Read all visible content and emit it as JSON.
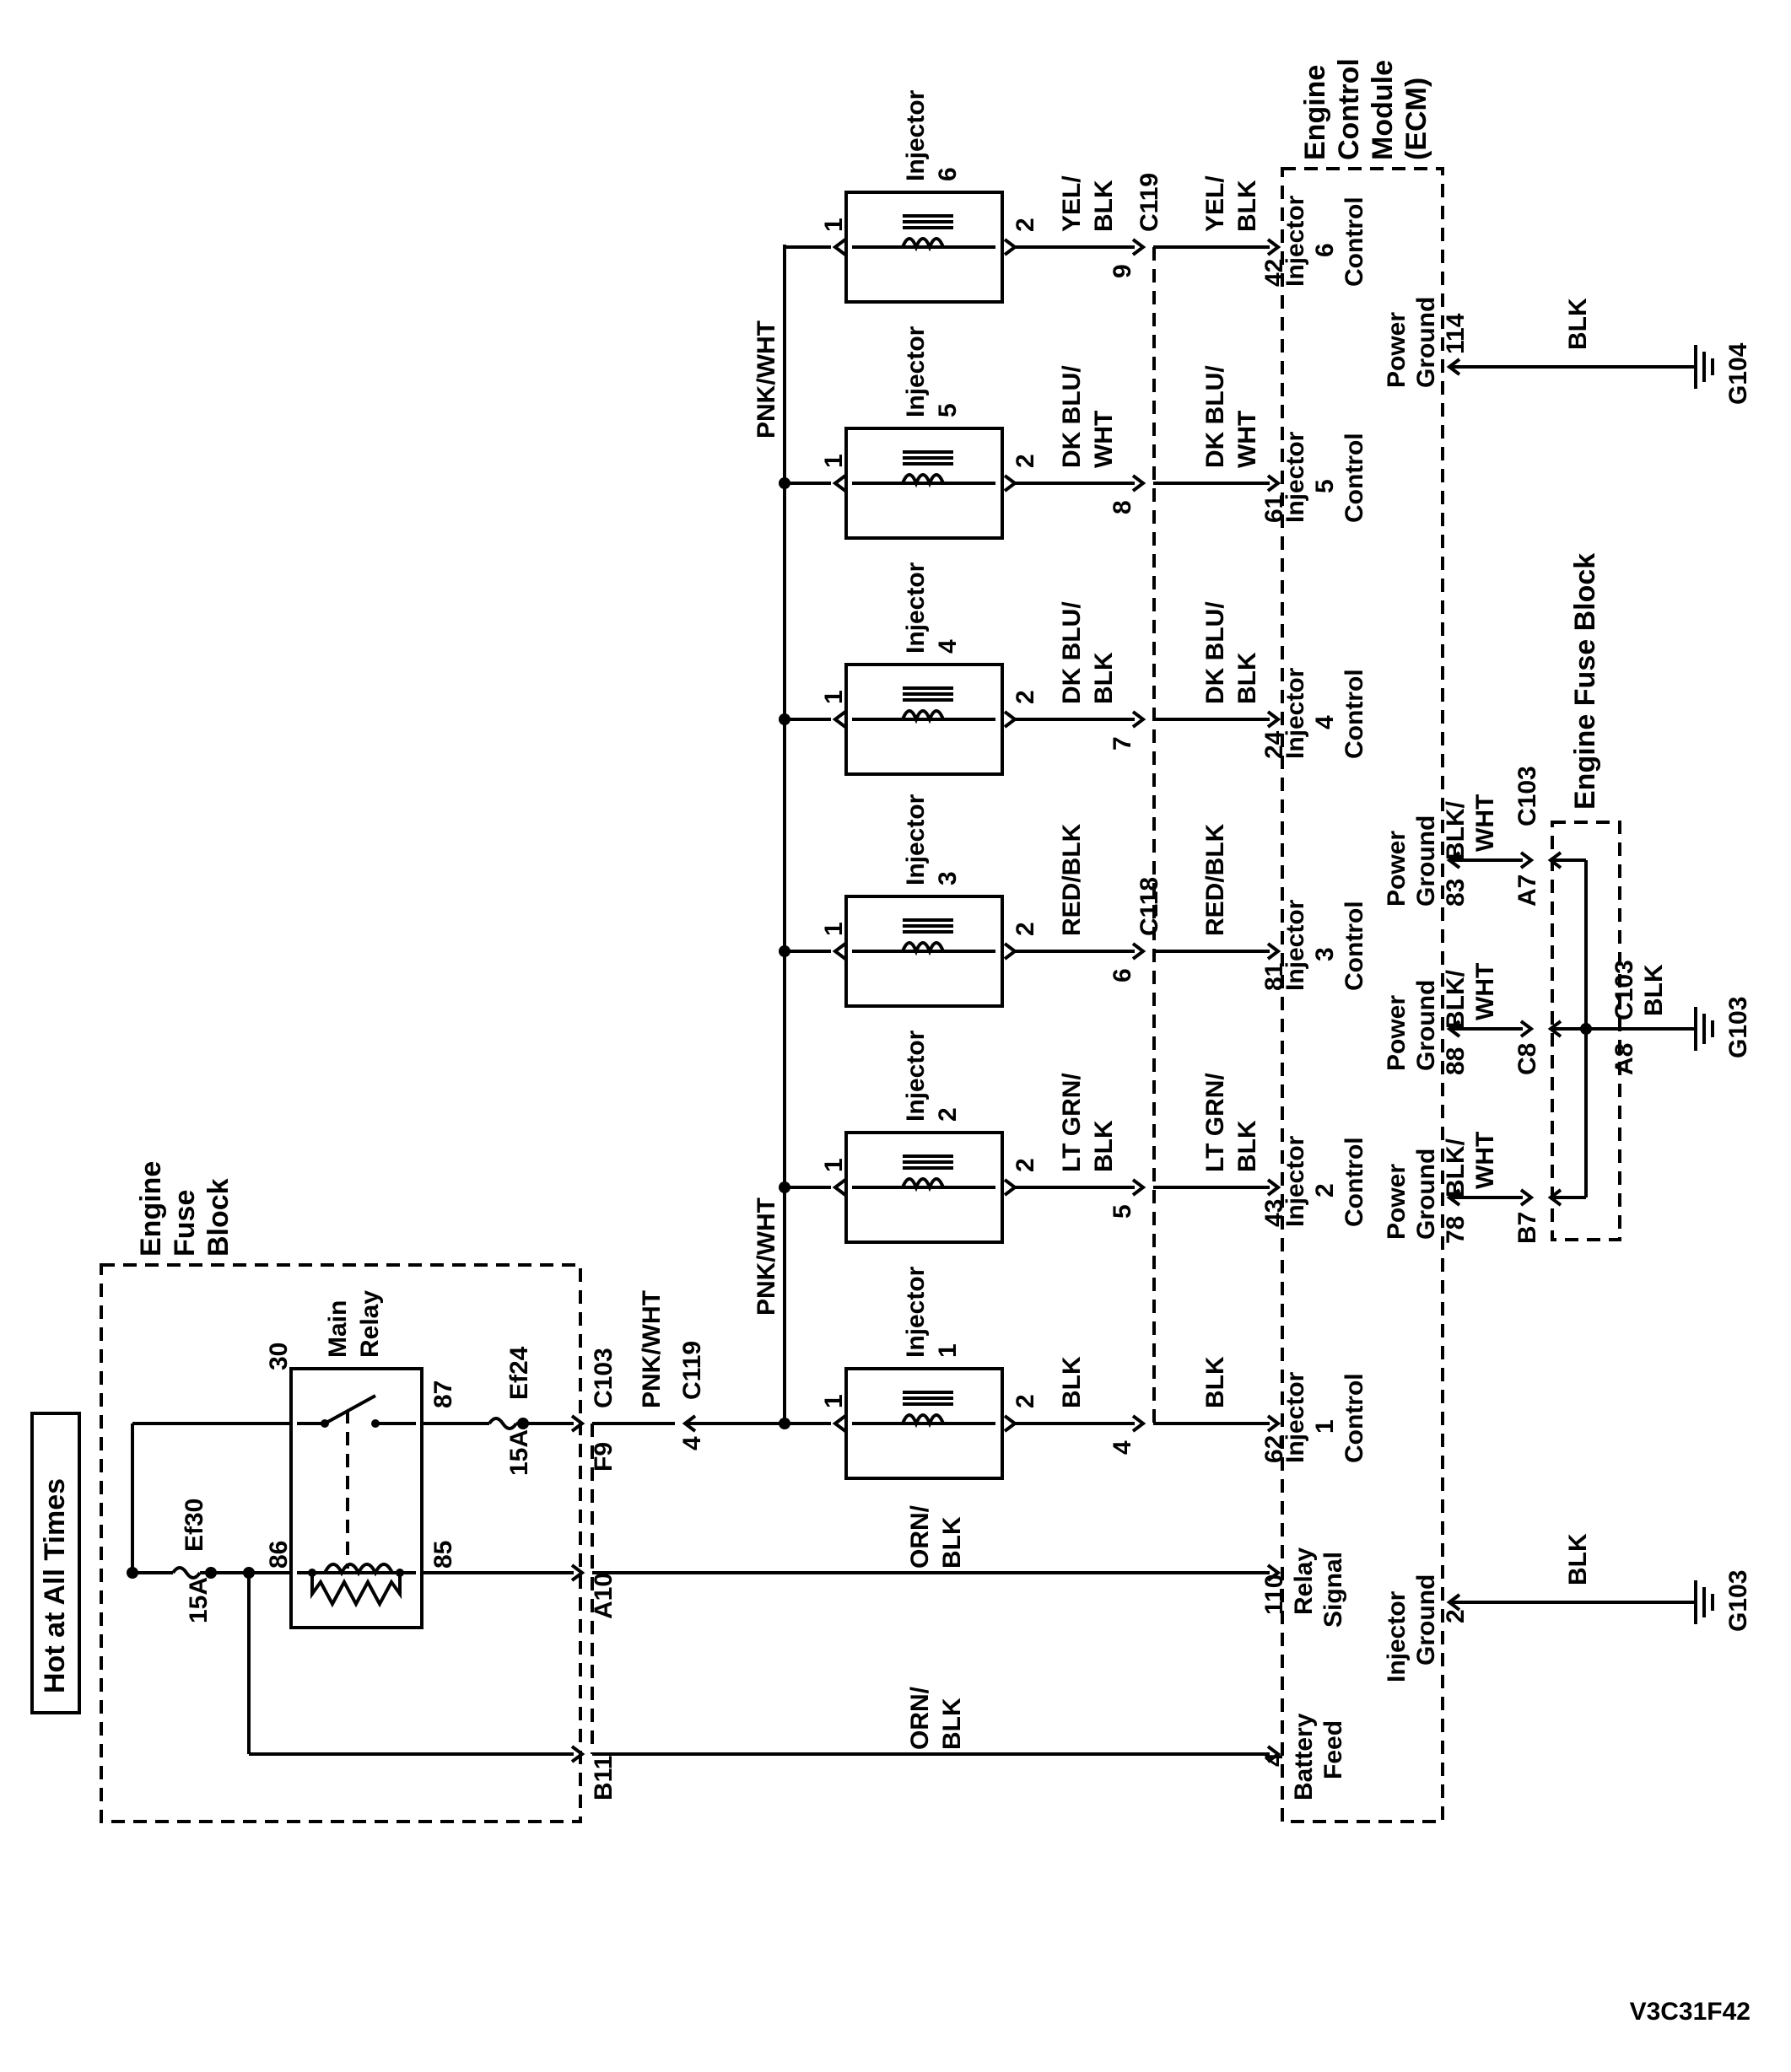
{
  "labels": {
    "hot": "Hot at All Times",
    "efb_l1": "Engine",
    "efb_l2": "Fuse",
    "efb_l3": "Block",
    "main_relay_1": "Main",
    "main_relay_2": "Relay",
    "ef30": "Ef30",
    "ef30_amp": "15A",
    "ef24": "Ef24",
    "ef24_amp": "15A",
    "p30": "30",
    "p86": "86",
    "p87": "87",
    "p85": "85",
    "f9": "F9",
    "c103a": "C103",
    "a10": "A10",
    "b11": "B11",
    "pnkwht1": "PNK/WHT",
    "pnkwht2": "PNK/WHT",
    "pnkwht3": "PNK/WHT",
    "c119a_num": "4",
    "c119a": "C119",
    "orn1_a": "ORN/",
    "orn1_b": "BLK",
    "orn2_a": "ORN/",
    "orn2_b": "BLK",
    "ecm_l1": "Engine",
    "ecm_l2": "Control",
    "ecm_l3": "Module",
    "ecm_l4": "(ECM)",
    "p4": "4",
    "battery": "Battery",
    "feed": "Feed",
    "p110": "110",
    "relay": "Relay",
    "signal": "Signal",
    "inj_ground_1": "Injector",
    "inj_ground_2": "Ground",
    "p2": "2",
    "blk_g103_top": "BLK",
    "g103_top": "G103",
    "c119b": "C119",
    "c118": "C118",
    "pg_a1": "Power",
    "pg_a2": "Ground",
    "p114": "114",
    "blk_g104": "BLK",
    "g104": "G104",
    "pg_b1": "Power",
    "pg_b2": "Ground",
    "p78": "78",
    "pg_c1": "Power",
    "pg_c2": "Ground",
    "p88": "88",
    "pg_d1": "Power",
    "pg_d2": "Ground",
    "p83": "83",
    "blkwht_78_a": "BLK/",
    "blkwht_78_b": "WHT",
    "blkwht_88_a": "BLK/",
    "blkwht_88_b": "WHT",
    "blkwht_83_a": "BLK/",
    "blkwht_83_b": "WHT",
    "b7": "B7",
    "c8": "C8",
    "a7": "A7",
    "c103b": "C103",
    "a8": "A8",
    "c103c": "C103",
    "blk_g103_mid": "BLK",
    "g103_mid": "G103",
    "efb2": "Engine Fuse Block",
    "fig_id": "V3C31F42"
  },
  "injectors": [
    {
      "name": "Injector",
      "num": "1",
      "pin1": "1",
      "pin2": "2",
      "wire_a": "BLK",
      "wire_b": "",
      "c_pin": "4",
      "ecm_wire_a": "BLK",
      "ecm_wire_b": "",
      "ecm_pin": "62",
      "ctl_a": "Injector",
      "ctl_b": "1",
      "ctl_c": "Control"
    },
    {
      "name": "Injector",
      "num": "2",
      "pin1": "1",
      "pin2": "2",
      "wire_a": "LT GRN/",
      "wire_b": "BLK",
      "c_pin": "5",
      "ecm_wire_a": "LT GRN/",
      "ecm_wire_b": "BLK",
      "ecm_pin": "43",
      "ctl_a": "Injector",
      "ctl_b": "2",
      "ctl_c": "Control"
    },
    {
      "name": "Injector",
      "num": "3",
      "pin1": "1",
      "pin2": "2",
      "wire_a": "RED/BLK",
      "wire_b": "",
      "c_pin": "6",
      "ecm_wire_a": "RED/BLK",
      "ecm_wire_b": "",
      "ecm_pin": "81",
      "ctl_a": "Injector",
      "ctl_b": "3",
      "ctl_c": "Control"
    },
    {
      "name": "Injector",
      "num": "4",
      "pin1": "1",
      "pin2": "2",
      "wire_a": "DK BLU/",
      "wire_b": "BLK",
      "c_pin": "7",
      "ecm_wire_a": "DK BLU/",
      "ecm_wire_b": "BLK",
      "ecm_pin": "24",
      "ctl_a": "Injector",
      "ctl_b": "4",
      "ctl_c": "Control"
    },
    {
      "name": "Injector",
      "num": "5",
      "pin1": "1",
      "pin2": "2",
      "wire_a": "DK BLU/",
      "wire_b": "WHT",
      "c_pin": "8",
      "ecm_wire_a": "DK BLU/",
      "ecm_wire_b": "WHT",
      "ecm_pin": "61",
      "ctl_a": "Injector",
      "ctl_b": "5",
      "ctl_c": "Control"
    },
    {
      "name": "Injector",
      "num": "6",
      "pin1": "1",
      "pin2": "2",
      "wire_a": "YEL/",
      "wire_b": "BLK",
      "c_pin": "9",
      "ecm_wire_a": "YEL/",
      "ecm_wire_b": "BLK",
      "ecm_pin": "42",
      "ctl_a": "Injector",
      "ctl_b": "6",
      "ctl_c": "Control"
    }
  ]
}
